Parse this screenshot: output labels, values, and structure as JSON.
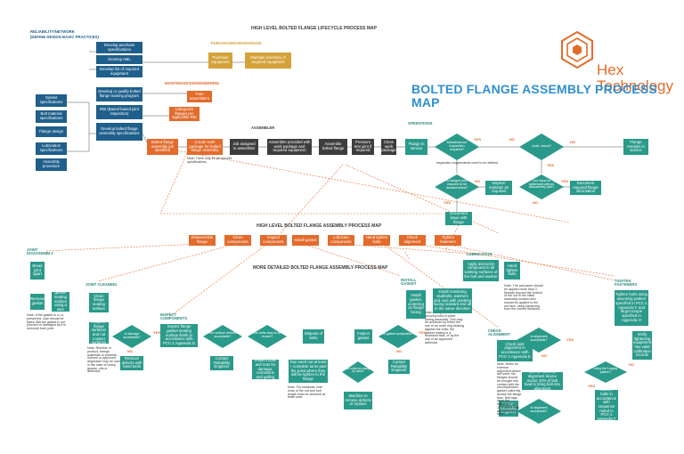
{
  "brand": {
    "name": "Hex Technology",
    "title": "BOLTED FLANGE ASSEMBLY PROCESS MAP",
    "colors": {
      "orange": "#e36b2c",
      "blue": "#1f5f8b",
      "teal": "#2a9a8a",
      "gold": "#d4a23a",
      "dark": "#3d3d3d",
      "title_blue": "#2f8fd0"
    }
  },
  "headers": {
    "lifecycle": "HIGH LEVEL BOLTED FLANGE LIFECYCLE PROCESS MAP",
    "assembly": "HIGH LEVEL BOLTED FLANGE ASSEMBLY PROCESS MAP",
    "detailed": "MORE DETAILED BOLTED FLANGE ASSEMBLY PROCESS MAP"
  },
  "sections": {
    "reliability": "RELIABILITY/NETWORK",
    "reliability_sub": "(DEFINE DESIGN BASIC PRACTICES)",
    "purchasing": "PURCHASING/WAREHOUSE",
    "maintenance": "MAINTENANCE/ENGINEERING",
    "assembler": "ASSEMBLER",
    "operations": "OPERATIONS",
    "joint_disassembly": "JOINT DISASSEMBLY",
    "joint_cleaning": "JOINT CLEANING",
    "inspect_components": "INSPECT COMPONENTS",
    "install_gasket": "INSTALL GASKET",
    "lubrication": "LUBRICATION",
    "check_alignment": "CHECK ALIGNMENT",
    "tighten_fasteners": "TIGHTEN FASTENERS"
  },
  "lifecycle": {
    "reliability_boxes": [
      "Develop purchase specifications",
      "Develop AML",
      "Develop list of required equipment"
    ],
    "purchasing_boxes": [
      "Purchase equipment",
      "Maintain inventory of required equipment"
    ],
    "maintenance_boxes": [
      "Develop or qualify bolted flange training program",
      "Train assemblers",
      "RBI (Based based joint inspection)",
      "Categorize flanges per applicable RBI",
      "Develop bolted flange assembly specifications"
    ],
    "spec_boxes": [
      "Gasket specifications",
      "Bolt material specifications",
      "Flange design",
      "Lubrication specifications",
      "Assembly procedure"
    ],
    "main_flow": [
      "Bolted flange assembly job identified",
      "Create work package for bolted flange assembly",
      "Job assigned to assembler",
      "Assembler provided with work package and required equipment",
      "Assemble bolted flange",
      "Pressure test joint if required",
      "Close work package"
    ],
    "note_package": "Note: There may be job specific specifications.",
    "ops_flow": [
      "Flange in service",
      "Maintenance/ Inspection required?",
      "Leak, issue?",
      "Flange remains in service"
    ],
    "ops_second": [
      "Is flanged joint required to be disassembled?",
      "Inspect/ maintain as required",
      "Can issue be addressed without disassembly joint?",
      "Document required flange information",
      "Document issue with flange"
    ],
    "ops_note": "Inspection requirements need to be defined",
    "yes": "YES",
    "no": "NO"
  },
  "assembly_flow": [
    "Disassemble flange",
    "Clean components",
    "Inspect components",
    "Install gasket",
    "Lubricate components",
    "Hand tighten bolts",
    "Check alignment",
    "Tighten fasteners"
  ],
  "detailed": {
    "disassembly": [
      "Break joint apart",
      "Remove gasket"
    ],
    "disassembly_note": "Note: If the gasket is to be preserved, care should be taken that the gasket is not pinched or damaged as it is removed from joint.",
    "cleaning": [
      "Clean gasket seating surface using a wire brush",
      "Clean flange seating surface",
      "Inspect flange surfaces and nut contact surfaces"
    ],
    "cleaning_note": "Note: Residue or product, foreign materials or solvents. Solvent or approved degreaser may be used in the case of heavy grease, oils or adhesive.",
    "inspect": [
      "Is damage acceptable?",
      "Remove defects with hand tools",
      "Inspect flange gasket seating surface finish in accordance with PCC-1 Appendix D",
      "Are surface defects acceptable?",
      "Contact Reliability Engineer",
      "Are bolts okay to be reused?",
      "Inspect bolts and nuts for damage, corrosions and galling",
      "Dispose of bolts",
      "Run each nut at least + complete turns past the point where they will be tighten to the flange"
    ],
    "inspect_note": "Note: For studbolts, both ends of the nut and bolt length must be checked at least once.",
    "gasket": [
      "Inspect gasket",
      "Is gasket acceptable?",
      "Do nuts run easily by hand?",
      "Machine to remove defects or replace",
      "Install gasket, centering on flange facing",
      "Contact Reliability Engineer"
    ],
    "gasket_note": "Note: The gasket must be securely held in place during assembly. This may be achieved by either the use of an outer ring bearing against the bolts; the gasket resting in a recessed face, or by the use of an approved adhesive.",
    "lubrication": [
      "Apply anti-seize compound to all working surfaces of the bolt and washer",
      "Hand tighten bolts",
      "Install remaining studbolts, washers and nuts with marking facing outward and all in the same direction"
    ],
    "lubrication_note": "Note: The anti-seize should be applied more than 3 threads beyond the bottom of the nut in the initial assembly location and should be applied to the nut face, using lightening from the correct surfaces.",
    "alignment": [
      "Check joint alignment in accordance with PCC-1 Appendix E",
      "Is alignment acceptable?",
      "Use an external alignment device and/or 20% of bolt load to bring bolt into alignment",
      "Is alignment acceptable?",
      "Contact Reliability Engineer"
    ],
    "alignment_note": "Note: When an external alignment device are used, the flanges should be brought into contact with the uncompressed gasket uniformly across the flange face. Bolt tags must the equivalent of 10% of the total assembly bolt load.",
    "tighten": [
      "Tighten bolts using assembly pattern specified in PCC-1 Appendix F and target torque specified in Appendix O",
      "Using the 'Legacy' pattern?",
      "Number bolts in accordance with sequence noted in PCC-1 Appendix F",
      "Verify tightening equipment has valid calibration records"
    ]
  }
}
